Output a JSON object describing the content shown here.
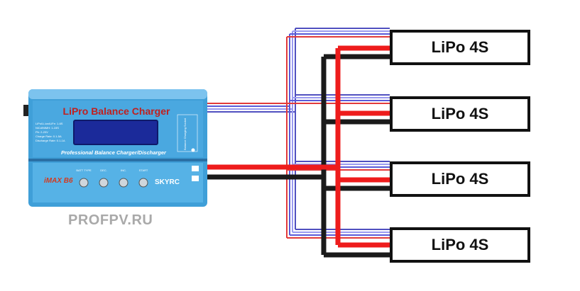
{
  "charger": {
    "title": "LiPro Balance Charger",
    "subtitle": "Professional Balance Charger/Discharger",
    "brand_left": "iMAX B6",
    "brand_right": "SKYRC",
    "buttons": [
      "BATT TYPE",
      "DEC.",
      "INC.",
      "START"
    ],
    "specs": [
      "LiPo/Li-ion/LiFe: 1-6S",
      "NiCd/NiMH: 1-15S",
      "Pb: 2-20V",
      "Charge Rate: 0.1-5A",
      "Discharge Rate: 0.1-1A"
    ],
    "port_label": "Balance Charging Socket",
    "body_color": "#3f9fd8",
    "screen_color": "#1b2a9a"
  },
  "batteries": [
    {
      "label": "LiPo 4S"
    },
    {
      "label": "LiPo 4S"
    },
    {
      "label": "LiPo 4S"
    },
    {
      "label": "LiPo 4S"
    }
  ],
  "wires": {
    "positive_color": "#ee1c1c",
    "negative_color": "#1a1a1a",
    "balance_colors": [
      "#e23a3a",
      "#5a5ad8",
      "#9a9af0",
      "#5050c0"
    ]
  },
  "watermark": "PROFPV.RU"
}
